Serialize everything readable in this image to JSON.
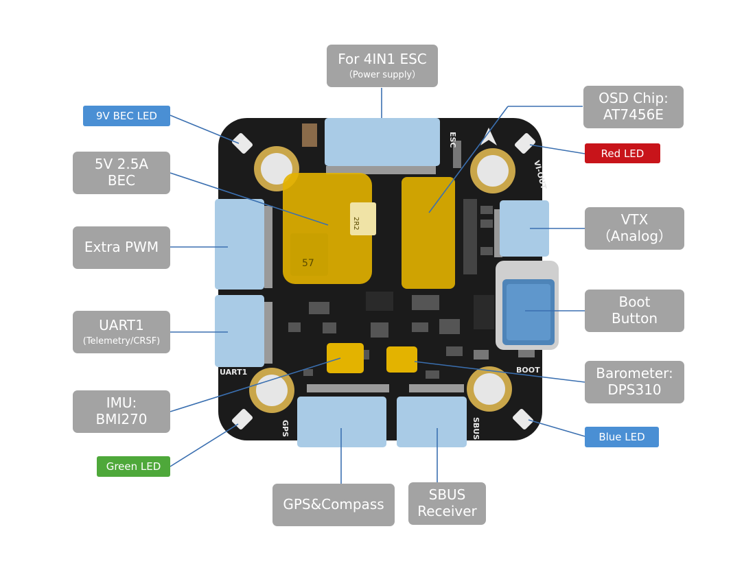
{
  "callouts": {
    "esc": {
      "line1": "For 4IN1 ESC",
      "sub": "（Power supply）"
    },
    "osd": {
      "line1": "OSD Chip:",
      "line2": "AT7456E"
    },
    "bec": {
      "line1": "5V 2.5A",
      "line2": "BEC"
    },
    "pwm": {
      "line1": "Extra PWM"
    },
    "vtx": {
      "line1": "VTX",
      "line2": "（Analog）"
    },
    "uart1": {
      "line1": "UART1",
      "sub": "(Telemetry/CRSF)"
    },
    "boot": {
      "line1": "Boot",
      "line2": "Button"
    },
    "baro": {
      "line1": "Barometer:",
      "line2": "DPS310"
    },
    "imu": {
      "line1": "IMU:",
      "line2": "BMI270"
    },
    "gps": {
      "line1": "GPS&Compass"
    },
    "sbus": {
      "line1": "SBUS",
      "line2": "Receiver"
    }
  },
  "leds": {
    "bec_led": {
      "label": "9V BEC LED",
      "color": "#4a8fd4"
    },
    "red_led": {
      "label": "Red LED",
      "color": "#c8141a"
    },
    "blue_led": {
      "label": "Blue LED",
      "color": "#4a8fd4"
    },
    "green_led": {
      "label": "Green LED",
      "color": "#4ea83a"
    }
  },
  "board_labels": {
    "esc": "ESC",
    "vi_out": "VI-OUT",
    "boot": "BOOT",
    "uart1": "UART1",
    "gps": "GPS",
    "sbus": "SBUS",
    "chip_57": "57",
    "chip_2r2": "2R2"
  },
  "colors": {
    "callout_bg": "#a3a3a3",
    "connector": "#a9cbe6",
    "highlight": "#e8b400",
    "board": "#1c1c1c",
    "leader_line": "#3a6fb0"
  }
}
